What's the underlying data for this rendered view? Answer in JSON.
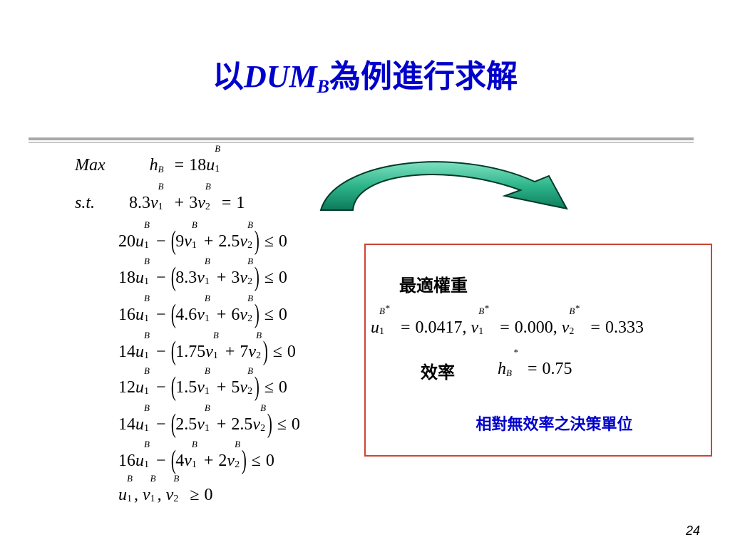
{
  "title": {
    "prefix": "以",
    "model": "DUM",
    "model_sub": "B",
    "suffix": "為例進行求解"
  },
  "model": {
    "objective": {
      "label": "Max",
      "var": "h",
      "var_sub": "B",
      "rhs_coef": "18",
      "rhs_var": "u",
      "rhs_sup": "B",
      "rhs_sub": "1"
    },
    "st_label": "s.t.",
    "normalization": {
      "c1": "8.3",
      "c2": "3",
      "rhs": "1"
    },
    "constraints": [
      {
        "u_coef": "20",
        "v1_coef": "9",
        "v2_coef": "2.5"
      },
      {
        "u_coef": "18",
        "v1_coef": "8.3",
        "v2_coef": "3"
      },
      {
        "u_coef": "16",
        "v1_coef": "4.6",
        "v2_coef": "6"
      },
      {
        "u_coef": "14",
        "v1_coef": "1.75",
        "v2_coef": "7"
      },
      {
        "u_coef": "12",
        "v1_coef": "1.5",
        "v2_coef": "5"
      },
      {
        "u_coef": "14",
        "v1_coef": "2.5",
        "v2_coef": "2.5"
      },
      {
        "u_coef": "16",
        "v1_coef": "4",
        "v2_coef": "2"
      }
    ],
    "zero": "0",
    "superscript": "B",
    "star": "*",
    "sub1": "1",
    "sub2": "2"
  },
  "results": {
    "weights_label": "最適權重",
    "u1": "0.0417",
    "v1": "0.000",
    "v2": "0.333",
    "efficiency_label": "效率",
    "h": "0.75",
    "conclusion": "相對無效率之決策單位"
  },
  "page_number": "24",
  "colors": {
    "title": "#0000cc",
    "conclusion": "#0000cc",
    "box_border": "#cc4433",
    "arrow_fill": "#2db58a",
    "divider": "#a8a8a8"
  }
}
